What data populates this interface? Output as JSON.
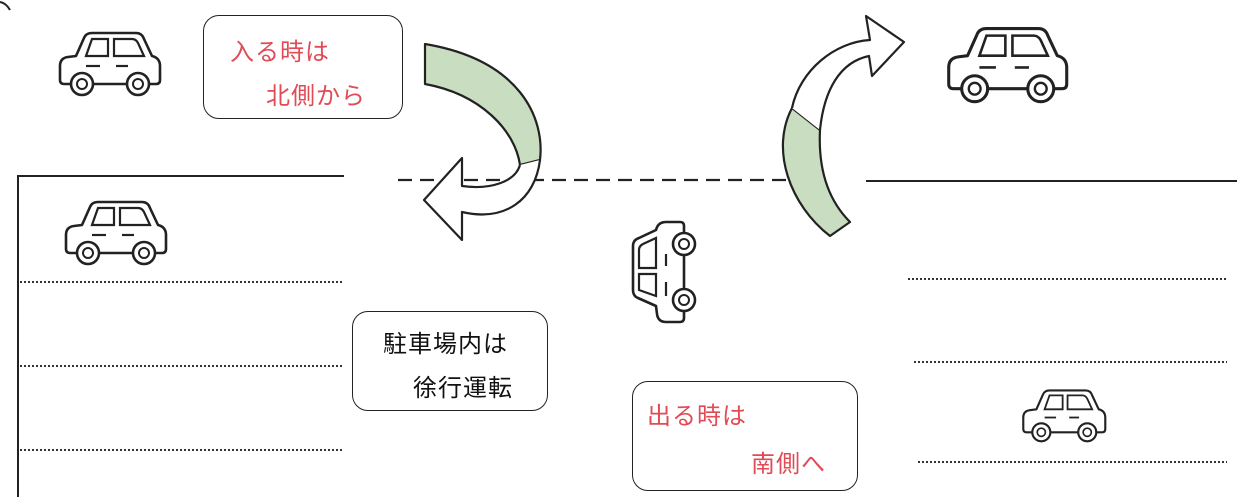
{
  "diagram": {
    "colors": {
      "entry_text": "#e04b55",
      "exit_text": "#e04b55",
      "rule_text": "#111111",
      "arrow_fill": "#c9dec0",
      "outline": "#222222"
    },
    "entry_note": {
      "line1": "入る時は",
      "line2": "北側から"
    },
    "speed_note": {
      "line1": "駐車場内は",
      "line2": "徐行運転"
    },
    "exit_note": {
      "line1": "出る時は",
      "line2": "南側へ"
    },
    "icons": [
      "car-icon",
      "curved-arrow-icon"
    ]
  }
}
